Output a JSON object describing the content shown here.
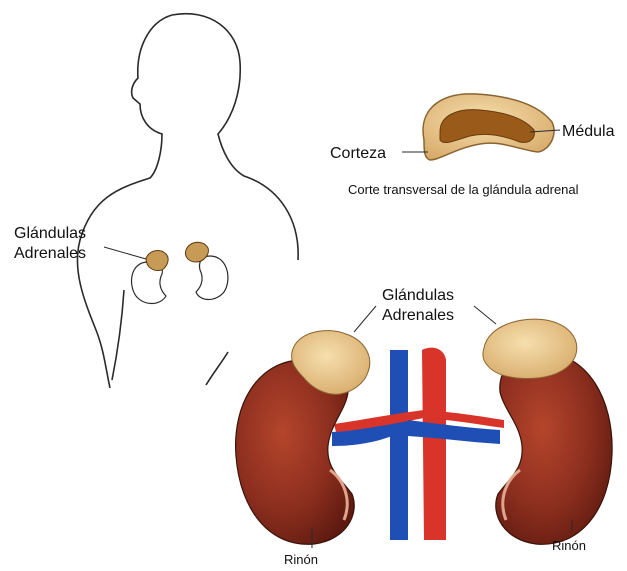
{
  "labels": {
    "glandulas_left_line1": "Glándulas",
    "glandulas_left_line2": "Adrenales",
    "corteza": "Corteza",
    "medula": "Médula",
    "cross_section_caption": "Corte transversal de la glándula adrenal",
    "glandulas_center_line1": "Glándulas",
    "glandulas_center_line2": "Adrenales",
    "rinon_left": "Rinón",
    "rinon_right": "Rinón"
  },
  "colors": {
    "kidney": "#8b2e1e",
    "kidney_dark": "#5e1a10",
    "adrenal": "#e8c48a",
    "medulla": "#9a5a1a",
    "vein": "#1f4fb5",
    "artery": "#d8342a",
    "outline": "#2a2a2a"
  }
}
